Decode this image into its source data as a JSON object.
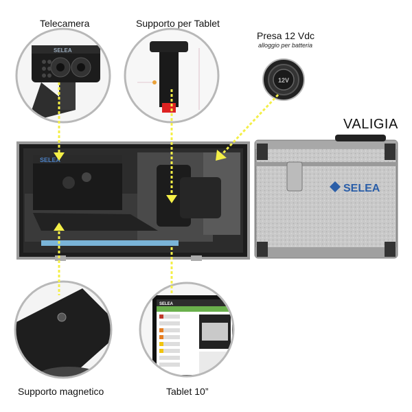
{
  "labels": {
    "telecamera": "Telecamera",
    "supporto_tablet": "Supporto per Tablet",
    "presa": "Presa 12 Vdc",
    "presa_sub": "alloggio per batteria",
    "valigia": "VALIGIA",
    "supporto_magnetico": "Supporto magnetico",
    "tablet": "Tablet 10”"
  },
  "logos": {
    "brand": "SELEA",
    "socket": "12V"
  },
  "colors": {
    "pointer": "#f4ef47",
    "circle_border": "#b8b8b8",
    "brand_blue": "#2a5ea8"
  }
}
